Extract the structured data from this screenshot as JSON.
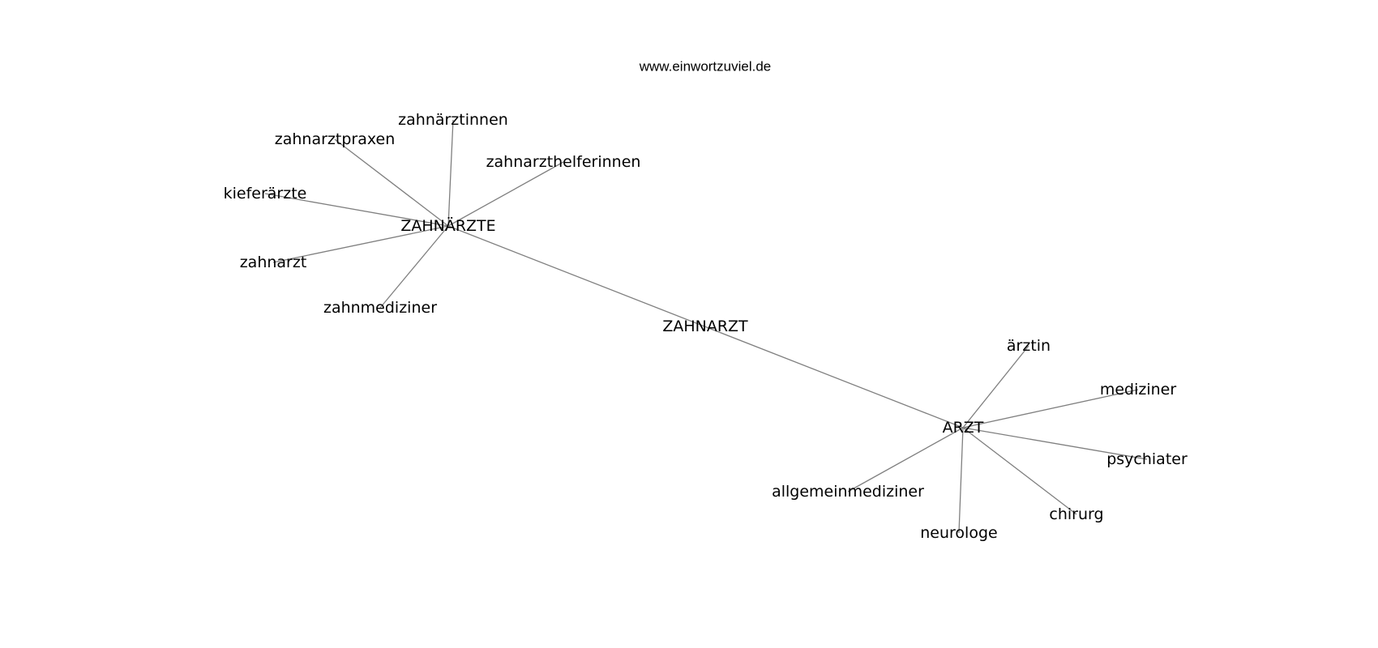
{
  "site": "www.einwortzuviel.de",
  "graph": {
    "nodes": [
      {
        "id": "zahnarzt_center",
        "label": "ZAHNARZT"
      },
      {
        "id": "zahnaerzte",
        "label": "ZAHNÄRZTE"
      },
      {
        "id": "arzt",
        "label": "ARZT"
      },
      {
        "id": "zahnaerztinnen",
        "label": "zahnärztinnen"
      },
      {
        "id": "zahnarztpraxen",
        "label": "zahnarztpraxen"
      },
      {
        "id": "zahnarzthelferinnen",
        "label": "zahnarzthelferinnen"
      },
      {
        "id": "kieferaerzte",
        "label": "kieferärzte"
      },
      {
        "id": "zahnarzt",
        "label": "zahnarzt"
      },
      {
        "id": "zahnmediziner",
        "label": "zahnmediziner"
      },
      {
        "id": "aerztin",
        "label": "ärztin"
      },
      {
        "id": "mediziner",
        "label": "mediziner"
      },
      {
        "id": "psychiater",
        "label": "psychiater"
      },
      {
        "id": "chirurg",
        "label": "chirurg"
      },
      {
        "id": "neurologe",
        "label": "neurologe"
      },
      {
        "id": "allgemeinmediziner",
        "label": "allgemeinmediziner"
      }
    ],
    "edges": [
      [
        "zahnaerzte",
        "arzt"
      ],
      [
        "zahnaerzte",
        "zahnaerztinnen"
      ],
      [
        "zahnaerzte",
        "zahnarztpraxen"
      ],
      [
        "zahnaerzte",
        "zahnarzthelferinnen"
      ],
      [
        "zahnaerzte",
        "kieferaerzte"
      ],
      [
        "zahnaerzte",
        "zahnarzt"
      ],
      [
        "zahnaerzte",
        "zahnmediziner"
      ],
      [
        "arzt",
        "aerztin"
      ],
      [
        "arzt",
        "mediziner"
      ],
      [
        "arzt",
        "psychiater"
      ],
      [
        "arzt",
        "chirurg"
      ],
      [
        "arzt",
        "neurologe"
      ],
      [
        "arzt",
        "allgemeinmediziner"
      ]
    ]
  }
}
